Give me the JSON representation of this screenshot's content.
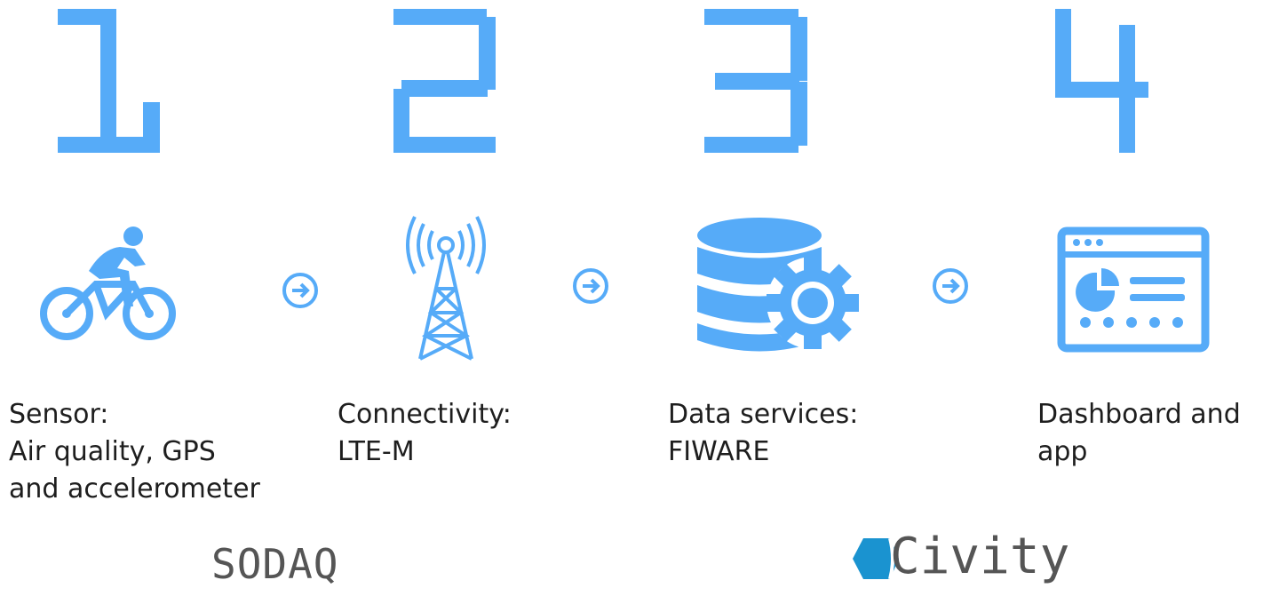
{
  "accent_color": "#56abf8",
  "steps": [
    {
      "number": "1",
      "icon": "bicycle-icon",
      "title": "Sensor:",
      "detail_lines": [
        "Air quality, GPS",
        "and accelerometer"
      ]
    },
    {
      "number": "2",
      "icon": "cell-tower-icon",
      "title": "Connectivity:",
      "detail_lines": [
        "LTE-M"
      ]
    },
    {
      "number": "3",
      "icon": "database-gear-icon",
      "title": "Data services:",
      "detail_lines": [
        "FIWARE"
      ]
    },
    {
      "number": "4",
      "icon": "dashboard-icon",
      "title": "Dashboard and",
      "detail_lines": [
        "app"
      ]
    }
  ],
  "logos": {
    "sodaq": "SODAQ",
    "civity": "Civity",
    "civity_color": "#1a93d0"
  }
}
